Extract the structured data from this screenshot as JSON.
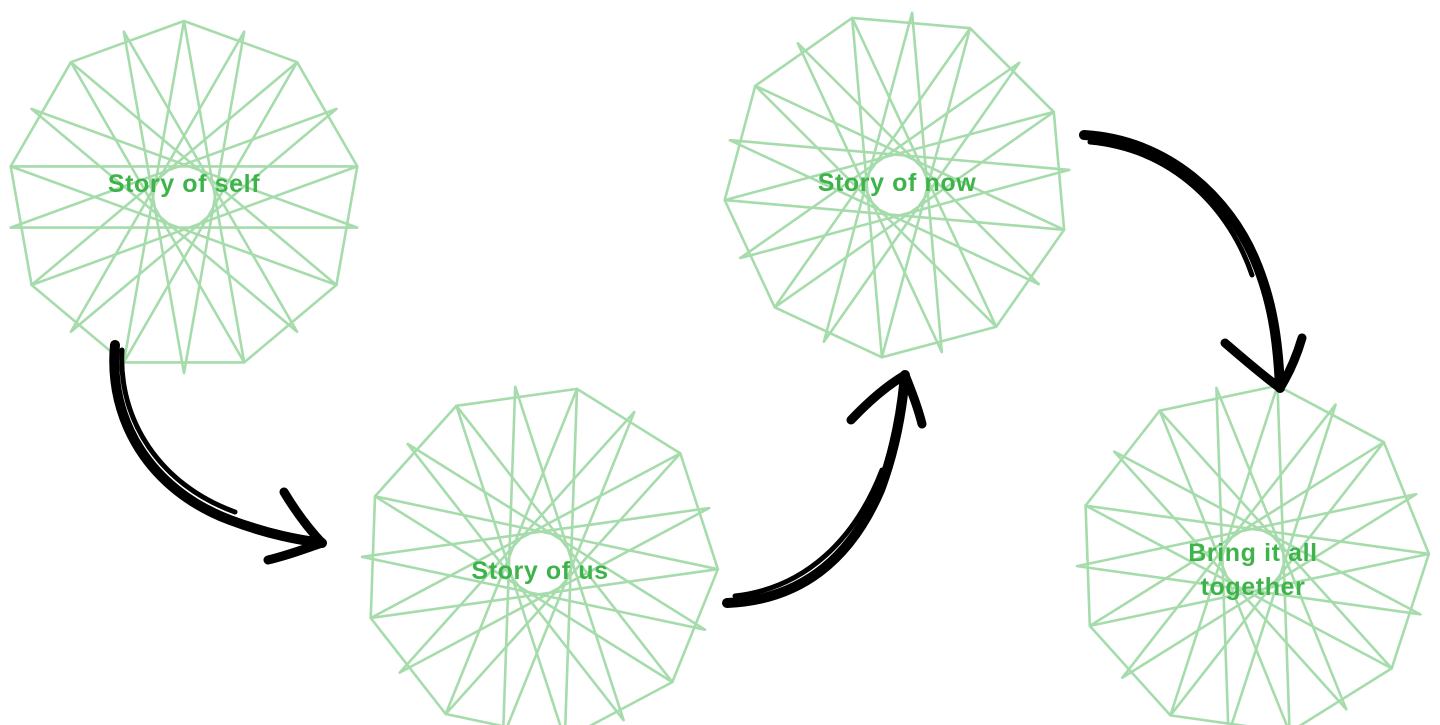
{
  "nodes": [
    {
      "id": "self",
      "label": "Story of self"
    },
    {
      "id": "us",
      "label": "Story of us"
    },
    {
      "id": "now",
      "label": "Story of now"
    },
    {
      "id": "together",
      "label_line1": "Bring it all",
      "label_line2": "together"
    }
  ],
  "colors": {
    "frame": "#a6dcab",
    "label": "#3db34a",
    "arrow": "#000000",
    "background": "#ffffff"
  }
}
